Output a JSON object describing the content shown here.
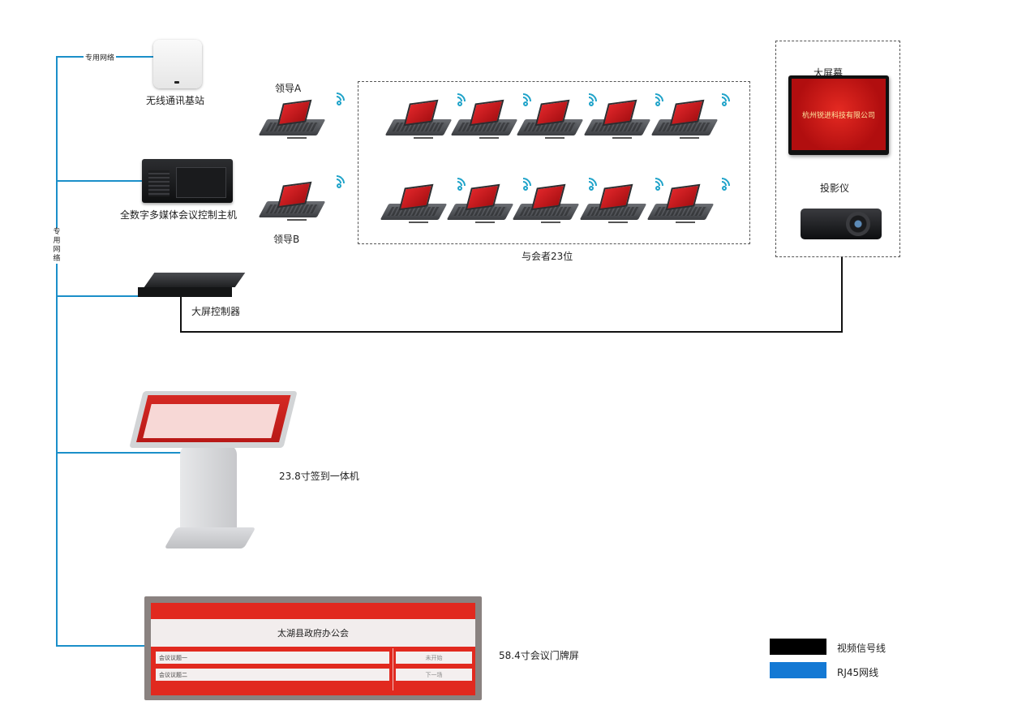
{
  "network_labels": {
    "top": "专用网络",
    "side_chars": [
      "专",
      "用",
      "网",
      "络"
    ]
  },
  "devices": {
    "wireless_ap": "无线通讯基站",
    "control_host": "全数字多媒体会议控制主机",
    "screen_controller": "大屏控制器",
    "big_screen": "大屏幕",
    "big_screen_text": "杭州锐进科技有限公司",
    "projector": "投影仪",
    "kiosk": "23.8寸签到一体机",
    "door_screen": "58.4寸会议门牌屏"
  },
  "leaders": {
    "a": "领导A",
    "b": "领导B"
  },
  "participants_label": "与会者23位",
  "door_screen_content": {
    "title": "太湖县政府办公会",
    "topics": [
      "会议议题一",
      "会议议题二"
    ],
    "buttons": [
      "未开始",
      "下一场"
    ]
  },
  "legend": [
    {
      "label": "视频信号线",
      "color": "#000000"
    },
    {
      "label": "RJ45网线",
      "color": "#1479d4"
    }
  ],
  "colors": {
    "rj45_line": "#1b8fc9",
    "video_line": "#111111",
    "wifi": "#1fa3c9",
    "screen_red": "#d52a24"
  }
}
